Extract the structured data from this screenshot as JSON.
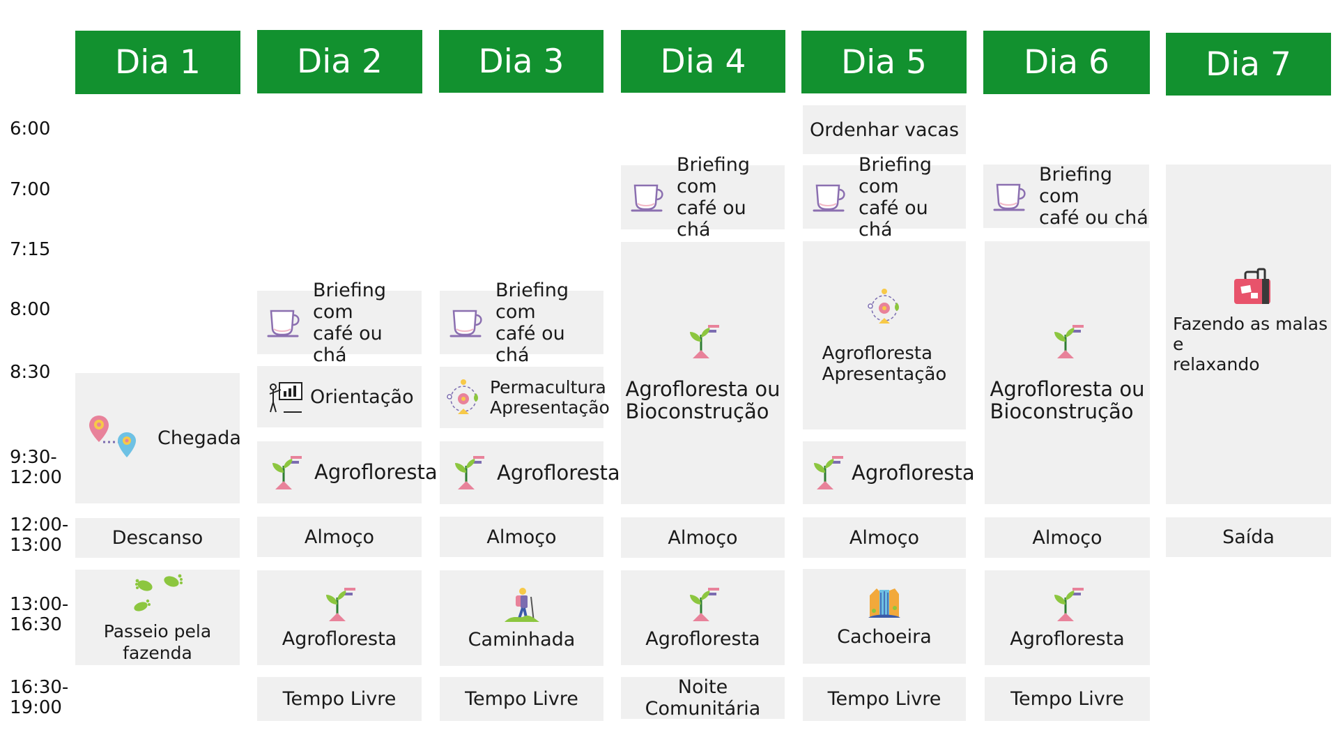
{
  "days": [
    "Dia 1",
    "Dia 2",
    "Dia 3",
    "Dia 4",
    "Dia 5",
    "Dia 6",
    "Dia 7"
  ],
  "times": [
    "6:00",
    "7:00",
    "7:15",
    "8:00",
    "8:30",
    "9:30-\n12:00",
    "12:00-\n13:00",
    "13:00-\n16:30",
    "16:30-\n19:00"
  ],
  "colors": {
    "header_green": "#12912f",
    "card_bg": "#f0f0f0"
  },
  "activities": {
    "ordenhar": "Ordenhar vacas",
    "briefing": "Briefing com\ncafé ou chá",
    "orientacao": "Orientação",
    "permacultura": "Permacultura\nApresentação",
    "agrofloresta": "Agrofloresta",
    "agro_bio": "Agrofloresta ou\nBioconstrução",
    "agro_apres": "Agrofloresta\nApresentação",
    "malas": "Fazendo as malas e\nrelaxando",
    "chegada": "Chegada",
    "descanso": "Descanso",
    "almoco": "Almoço",
    "saida": "Saída",
    "passeio": "Passeio pela fazenda",
    "caminhada": "Caminhada",
    "cachoeira": "Cachoeira",
    "tempo_livre": "Tempo Livre",
    "noite": "Noite Comunitária"
  },
  "icons": [
    "tea-cup-icon",
    "presentation-icon",
    "permaculture-cycle-icon",
    "plant-sprout-icon",
    "map-route-icon",
    "footprints-icon",
    "hiker-icon",
    "waterfall-icon",
    "suitcase-icon"
  ]
}
